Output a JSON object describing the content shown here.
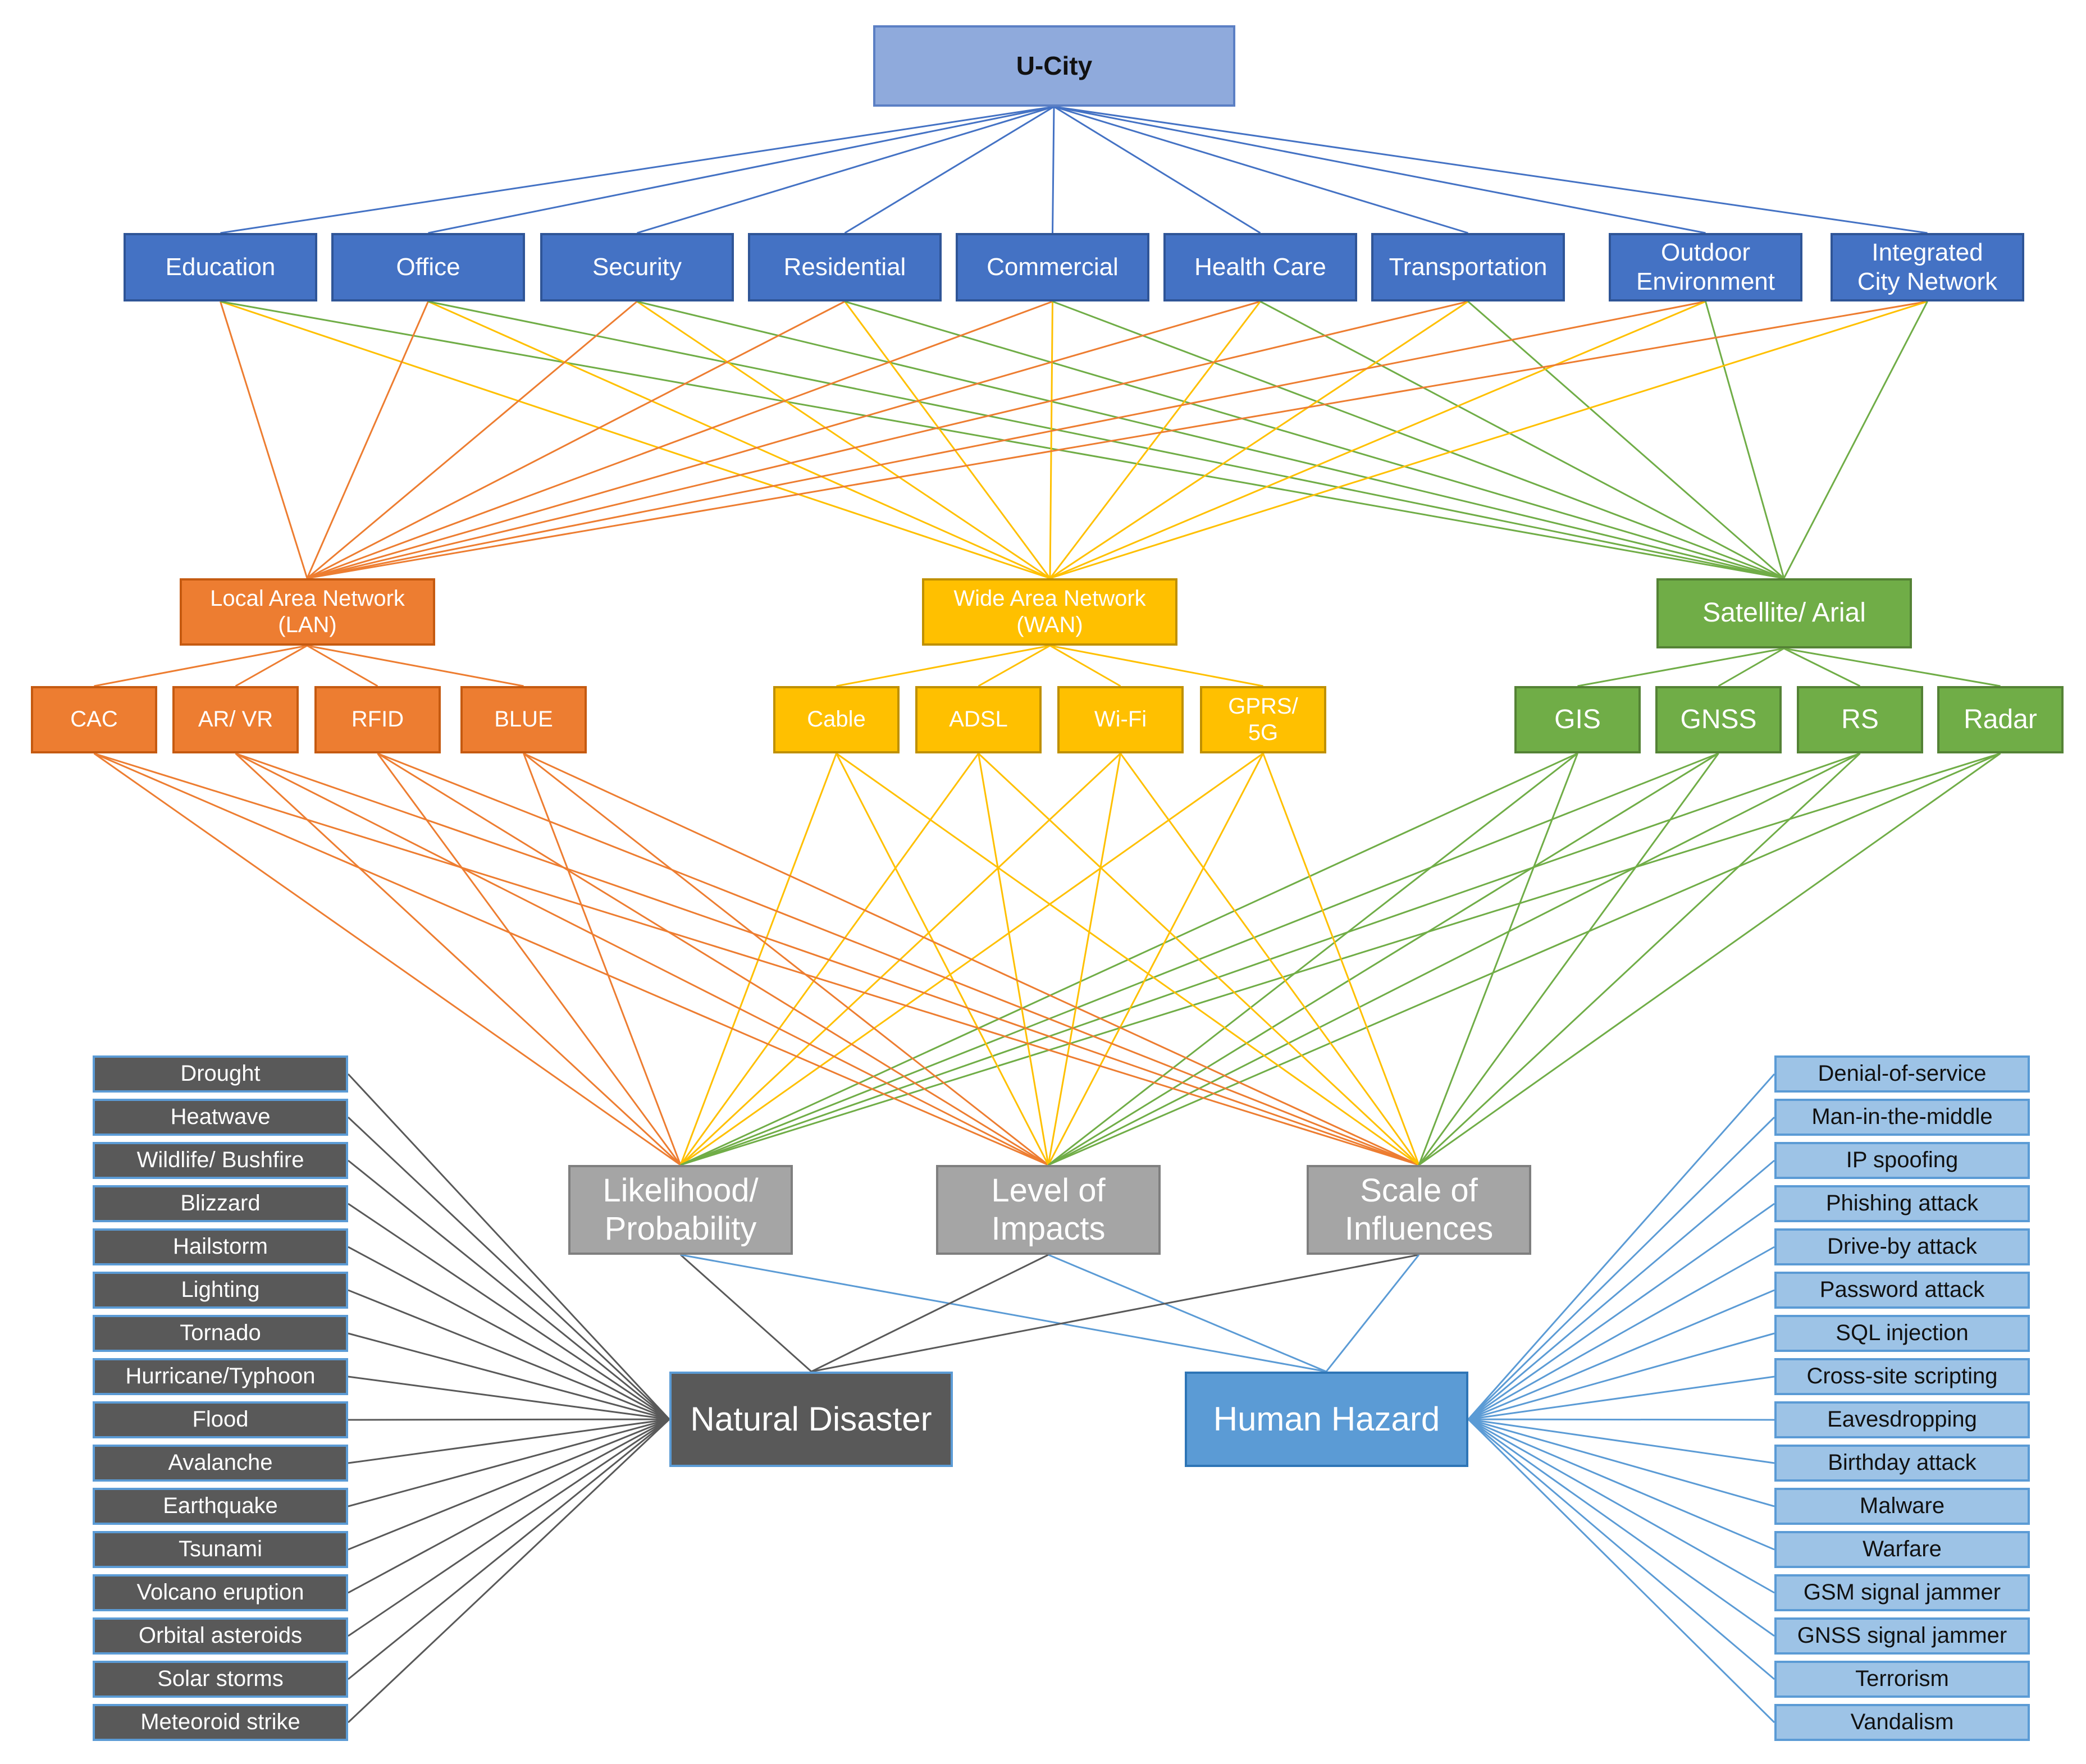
{
  "colors": {
    "blue_line": "#4472c4",
    "orange_line": "#ed7d31",
    "yellow_line": "#ffc000",
    "green_line": "#70ad47",
    "gray_line": "#595959",
    "lightblue_line": "#5b9bd5"
  },
  "top": "U-City",
  "domains": [
    "Education",
    "Office",
    "Security",
    "Residential",
    "Commercial",
    "Health Care",
    "Transportation",
    "Outdoor\nEnvironment",
    "Integrated\nCity Network"
  ],
  "networks": {
    "lan": "Local Area Network\n(LAN)",
    "wan": "Wide Area Network\n(WAN)",
    "sat": "Satellite/ Arial"
  },
  "lan_tech": [
    "CAC",
    "AR/ VR",
    "RFID",
    "BLUE"
  ],
  "wan_tech": [
    "Cable",
    "ADSL",
    "Wi-Fi",
    "GPRS/\n5G"
  ],
  "sat_tech": [
    "GIS",
    "GNSS",
    "RS",
    "Radar"
  ],
  "risk": [
    "Likelihood/\nProbability",
    "Level of\nImpacts",
    "Scale of\nInfluences"
  ],
  "hazards": {
    "natural": "Natural Disaster",
    "human": "Human Hazard"
  },
  "natural_items": [
    "Drought",
    "Heatwave",
    "Wildlife/ Bushfire",
    "Blizzard",
    "Hailstorm",
    "Lighting",
    "Tornado",
    "Hurricane/Typhoon",
    "Flood",
    "Avalanche",
    "Earthquake",
    "Tsunami",
    "Volcano eruption",
    "Orbital asteroids",
    "Solar storms",
    "Meteoroid strike"
  ],
  "human_items": [
    "Denial-of-service",
    "Man-in-the-middle",
    "IP spoofing",
    "Phishing attack",
    "Drive-by attack",
    "Password attack",
    "SQL injection",
    "Cross-site scripting",
    "Eavesdropping",
    "Birthday attack",
    "Malware",
    "Warfare",
    "GSM signal jammer",
    "GNSS signal jammer",
    "Terrorism",
    "Vandalism"
  ]
}
